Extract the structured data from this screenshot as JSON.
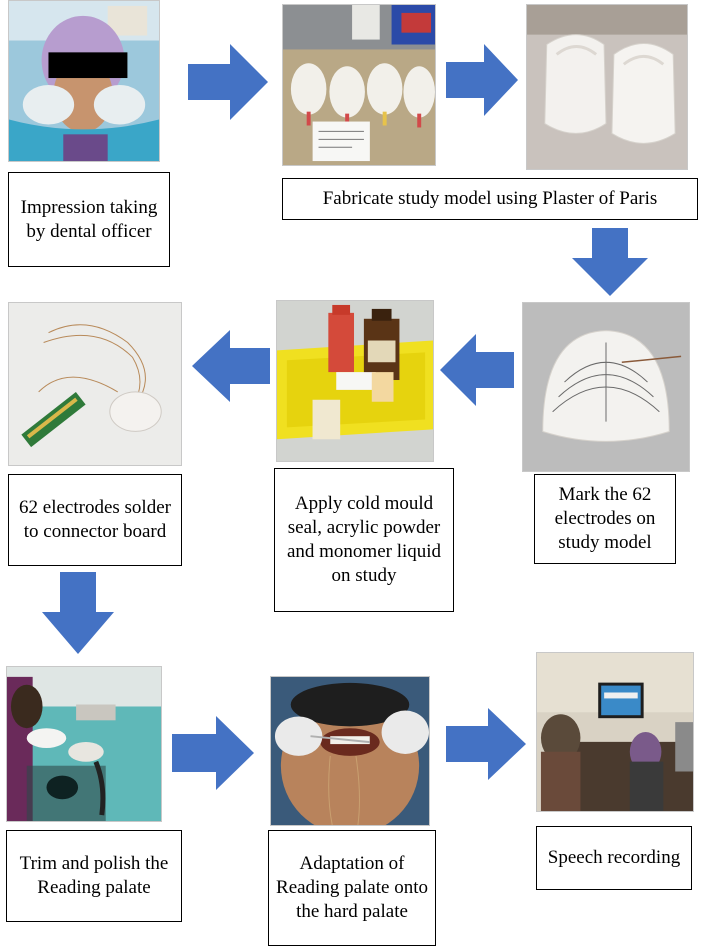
{
  "steps": [
    {
      "id": "impression",
      "label": "Impression taking by dental officer"
    },
    {
      "id": "fabricate",
      "label": "Fabricate study model using Plaster of Paris"
    },
    {
      "id": "mark",
      "label": "Mark the 62 electrodes on study model"
    },
    {
      "id": "apply",
      "label": "Apply cold mould seal, acrylic powder and monomer liquid on study"
    },
    {
      "id": "solder",
      "label": "62 electrodes solder to connector board"
    },
    {
      "id": "trim",
      "label": "Trim and polish the Reading palate"
    },
    {
      "id": "adapt",
      "label": "Adaptation of Reading palate onto the hard palate"
    },
    {
      "id": "speech",
      "label": "Speech recording"
    }
  ],
  "colors": {
    "arrow": "#4472C4",
    "border": "#000000"
  }
}
